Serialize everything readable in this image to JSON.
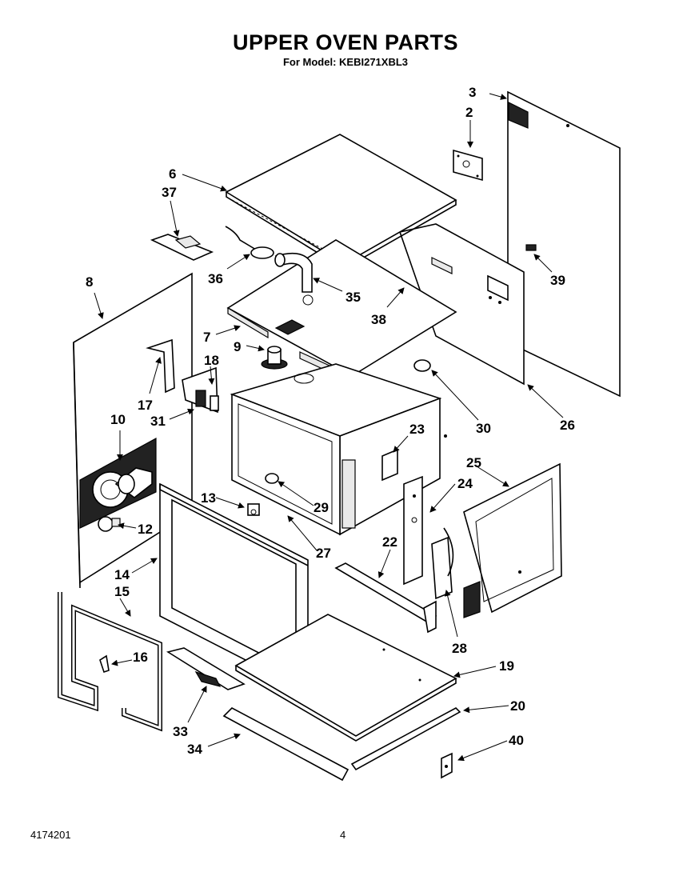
{
  "header": {
    "title": "UPPER OVEN PARTS",
    "model": "For Model: KEBI271XBL3"
  },
  "footer": {
    "doc_number": "4174201",
    "page_number": "4"
  },
  "callouts": {
    "c2": "2",
    "c3": "3",
    "c6": "6",
    "c7": "7",
    "c8": "8",
    "c9": "9",
    "c10": "10",
    "c12": "12",
    "c13": "13",
    "c14": "14",
    "c15": "15",
    "c16": "16",
    "c17": "17",
    "c18": "18",
    "c19": "19",
    "c20": "20",
    "c22": "22",
    "c23": "23",
    "c24": "24",
    "c25": "25",
    "c26": "26",
    "c27": "27",
    "c28": "28",
    "c29": "29",
    "c30": "30",
    "c31": "31",
    "c33": "33",
    "c34": "34",
    "c35": "35",
    "c36": "36",
    "c37": "37",
    "c38": "38",
    "c39": "39",
    "c40": "40"
  },
  "colors": {
    "ink": "#000000",
    "paper": "#ffffff"
  }
}
